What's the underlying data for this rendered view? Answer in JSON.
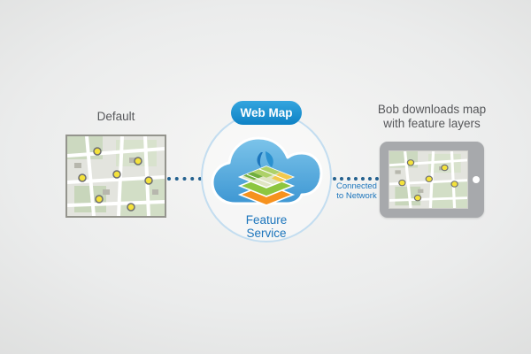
{
  "diagram": {
    "left": {
      "title": "Default",
      "map_icon": "street-map-thumbnail"
    },
    "center": {
      "badge": "Web Map",
      "service_label": "Feature\nService",
      "cloud_icon": "cloud",
      "layers_icon": "map-layers-stack"
    },
    "connection": {
      "label": "Connected\nto Network",
      "style": "dotted-line"
    },
    "right": {
      "title": "Bob downloads map\nwith feature layers",
      "device_icon": "tablet",
      "map_icon": "street-map-thumbnail"
    },
    "colors": {
      "accent_blue": "#1c75bc",
      "badge_blue": "#1797d5",
      "cloud_blue": "#4fa8dc",
      "circle_outline": "#c3ddf0",
      "connector_blue": "#24618f",
      "text_gray": "#56575a",
      "marker_yellow": "#f4e23b",
      "layer_orange": "#f6921e",
      "layer_green": "#8dc63f",
      "tablet_gray": "#a7a9ac"
    }
  }
}
